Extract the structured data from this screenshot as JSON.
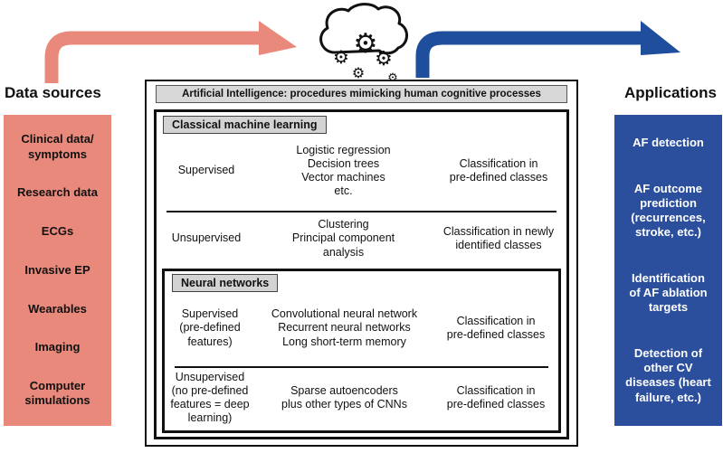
{
  "colors": {
    "data_sources_bg": "#E9897B",
    "applications_bg": "#2B4F9D",
    "header_bar_bg": "#D8D8D8",
    "label_bg": "#D3D3D3",
    "arrow_left": "#E9897B",
    "arrow_right": "#1F4E9C"
  },
  "icons": {
    "cloud": "cloud-with-gears",
    "gear_glyph": "⚙"
  },
  "left_panel": {
    "title": "Data sources",
    "items": [
      "Clinical data/\nsymptoms",
      "Research data",
      "ECGs",
      "Invasive EP",
      "Wearables",
      "Imaging",
      "Computer\nsimulations"
    ]
  },
  "right_panel": {
    "title": "Applications",
    "items": [
      "AF detection",
      "AF outcome\nprediction\n(recurrences,\nstroke, etc.)",
      "Identification\nof AF ablation\ntargets",
      "Detection of\nother CV\ndiseases (heart\nfailure, etc.)"
    ]
  },
  "ai_box": {
    "title": "Artificial Intelligence: procedures mimicking human cognitive processes",
    "classical_ml": {
      "label": "Classical machine learning",
      "rows": [
        {
          "type": "Supervised",
          "methods": "Logistic regression\nDecision trees\nVector machines\netc.",
          "result": "Classification in\npre-defined classes"
        },
        {
          "type": "Unsupervised",
          "methods": "Clustering\nPrincipal component\nanalysis",
          "result": "Classification in newly\nidentified classes"
        }
      ]
    },
    "neural_networks": {
      "label": "Neural networks",
      "rows": [
        {
          "type": "Supervised\n(pre-defined\nfeatures)",
          "methods": "Convolutional neural network\nRecurrent neural networks\nLong short-term memory",
          "result": "Classification in\npre-defined classes"
        },
        {
          "type": "Unsupervised\n(no pre-defined\nfeatures = deep\nlearning)",
          "methods": "Sparse autoencoders\nplus other types of CNNs",
          "result": "Classification in\npre-defined classes"
        }
      ]
    }
  }
}
